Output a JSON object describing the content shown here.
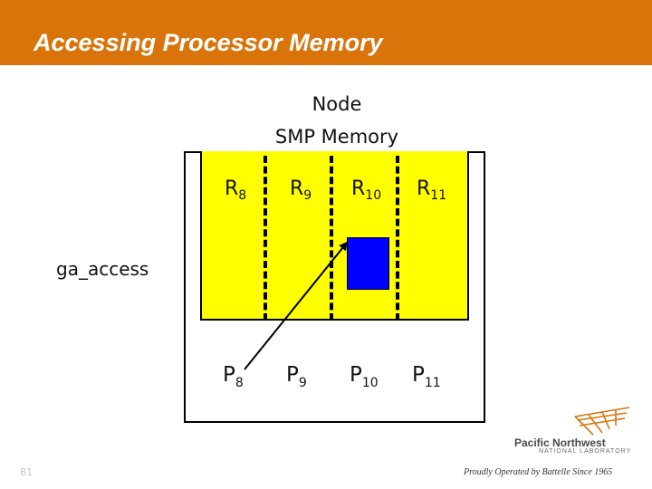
{
  "slide": {
    "title": "Accessing Processor Memory",
    "page_number": "81"
  },
  "diagram": {
    "node_label": "Node",
    "memory_label": "SMP Memory",
    "access_label": "ga_access",
    "regions": [
      {
        "base": "R",
        "sub": "8"
      },
      {
        "base": "R",
        "sub": "9"
      },
      {
        "base": "R",
        "sub": "10"
      },
      {
        "base": "R",
        "sub": "11"
      }
    ],
    "processors": [
      {
        "base": "P",
        "sub": "8"
      },
      {
        "base": "P",
        "sub": "9"
      },
      {
        "base": "P",
        "sub": "10"
      },
      {
        "base": "P",
        "sub": "11"
      }
    ],
    "colors": {
      "memory_fill": "#ffff00",
      "accessed_block": "#0000ff",
      "title_bar": "#D8740A"
    }
  },
  "footer": {
    "org_name": "Pacific Northwest",
    "org_sub": "NATIONAL LABORATORY",
    "tagline": "Proudly Operated by Battelle Since 1965"
  }
}
